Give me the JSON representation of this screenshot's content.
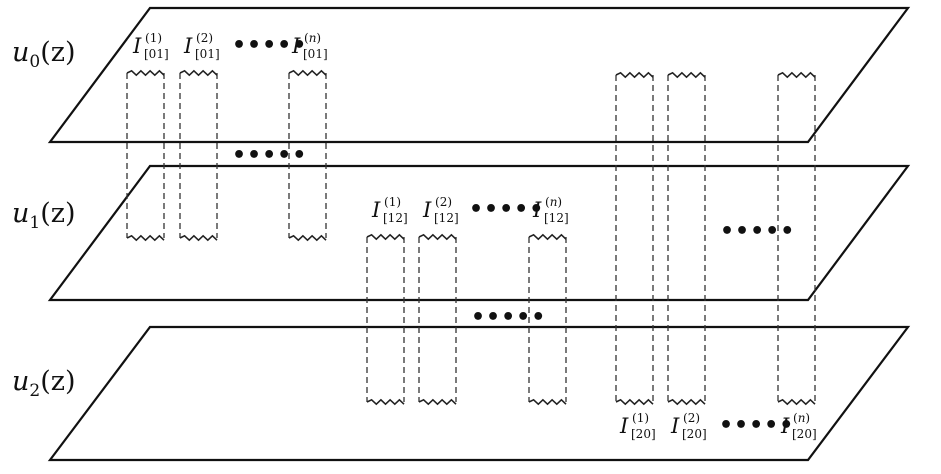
{
  "sheets": [
    {
      "base": "u",
      "index": "0",
      "arg": "(z)"
    },
    {
      "base": "u",
      "index": "1",
      "arg": "(z)"
    },
    {
      "base": "u",
      "index": "2",
      "arg": "(z)"
    }
  ],
  "cuts": {
    "c01": [
      {
        "base": "I",
        "sup": "1",
        "sub": "[01]"
      },
      {
        "base": "I",
        "sup": "2",
        "sub": "[01]"
      },
      {
        "base": "I",
        "sup": "n",
        "sub": "[01]"
      }
    ],
    "c12": [
      {
        "base": "I",
        "sup": "1",
        "sub": "[12]"
      },
      {
        "base": "I",
        "sup": "2",
        "sub": "[12]"
      },
      {
        "base": "I",
        "sup": "n",
        "sub": "[12]"
      }
    ],
    "c20": [
      {
        "base": "I",
        "sup": "1",
        "sub": "[20]"
      },
      {
        "base": "I",
        "sup": "2",
        "sub": "[20]"
      },
      {
        "base": "I",
        "sup": "n",
        "sub": "[20]"
      }
    ]
  },
  "ellipsis": "•••••"
}
